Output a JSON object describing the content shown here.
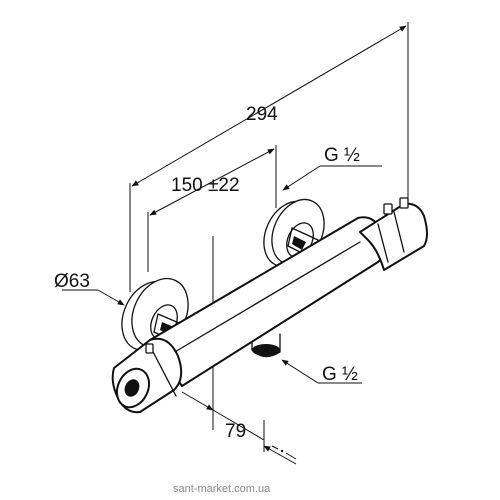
{
  "labels": {
    "overall_length": "294",
    "inlet_spacing": "150 ±22",
    "inlet_connection_top": "G ½",
    "outlet_connection": "G ½",
    "rosette_diameter": "Ø63",
    "wall_offset": "79"
  },
  "watermark": "sant-market.com.ua"
}
